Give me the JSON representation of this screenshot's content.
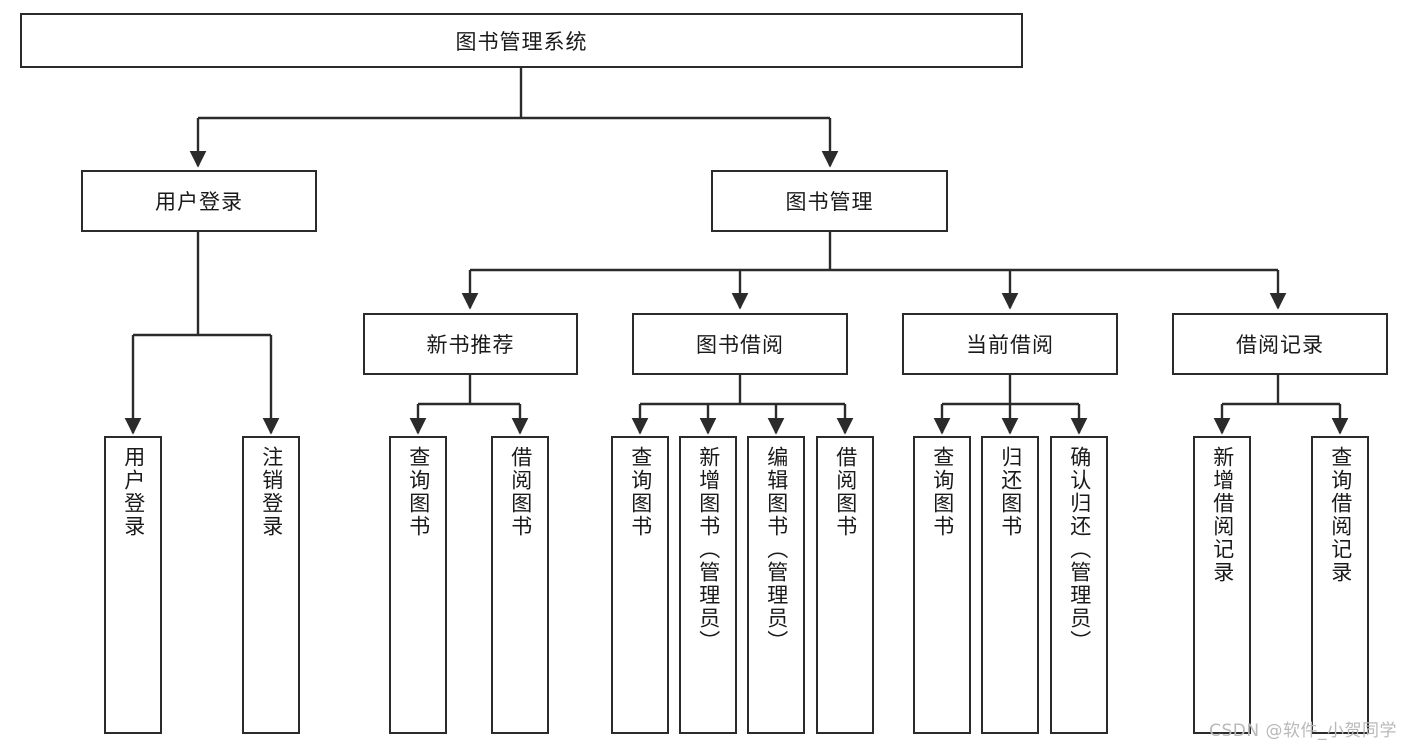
{
  "diagram": {
    "type": "tree-hierarchy-chart",
    "title": "图书管理系统",
    "watermark": "CSDN @软件_小贺同学",
    "colors": {
      "box_border": "#2b2b2b",
      "box_fill": "#ffffff",
      "edge": "#2b2b2b",
      "text": "#1a1a1a",
      "watermark": "#b9b9b9"
    },
    "root": {
      "label": "图书管理系统"
    },
    "level2": [
      {
        "label": "用户登录"
      },
      {
        "label": "图书管理"
      }
    ],
    "level3": [
      {
        "label": "新书推荐"
      },
      {
        "label": "图书借阅"
      },
      {
        "label": "当前借阅"
      },
      {
        "label": "借阅记录"
      }
    ],
    "leaves": {
      "user_login": [
        {
          "label": "用户登录"
        },
        {
          "label": "注销登录"
        }
      ],
      "new_book_recommend": [
        {
          "label": "查询图书"
        },
        {
          "label": "借阅图书"
        }
      ],
      "book_borrow": [
        {
          "label": "查询图书"
        },
        {
          "label": "新增图书（管理员）"
        },
        {
          "label": "编辑图书（管理员）"
        },
        {
          "label": "借阅图书"
        }
      ],
      "current_borrow": [
        {
          "label": "查询图书"
        },
        {
          "label": "归还图书"
        },
        {
          "label": "确认归还（管理员）"
        }
      ],
      "borrow_record": [
        {
          "label": "新增借阅记录"
        },
        {
          "label": "查询借阅记录"
        }
      ]
    }
  }
}
